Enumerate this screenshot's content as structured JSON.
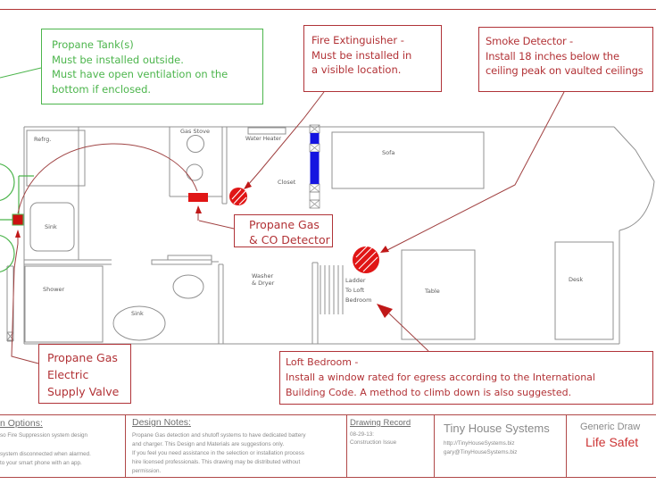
{
  "colors": {
    "annotation_red": "#b03338",
    "annotation_green": "#4cb54c",
    "marker_red": "#e01515",
    "marker_blue": "#1515e0",
    "leader_red": "#a04040",
    "wall_gray": "#909090",
    "titleblock_red": "#b04848",
    "titleblock_text_gray": "#8a8a8a",
    "life_safety_red": "#cc3333"
  },
  "callouts": {
    "propane_tank": {
      "lines": [
        "Propane Tank(s)",
        "Must be installed outside.",
        "Must have open ventilation on the",
        "bottom if enclosed."
      ]
    },
    "fire_extinguisher": {
      "lines": [
        "Fire Extinguisher -",
        "Must be installed in",
        "a visible location."
      ]
    },
    "smoke_detector": {
      "lines": [
        "Smoke Detector -",
        "Install 18 inches below the",
        "ceiling peak on vaulted ceilings"
      ]
    },
    "co_detector": {
      "lines": [
        "Propane Gas",
        "& CO Detector"
      ]
    },
    "supply_valve": {
      "lines": [
        "Propane Gas",
        "Electric",
        "Supply Valve"
      ]
    },
    "loft_bedroom": {
      "lines": [
        "Loft Bedroom -",
        "Install a window rated for egress according to the International",
        "Building Code. A method to climb down is also suggested."
      ]
    }
  },
  "floorplan": {
    "labels": {
      "refrigerator": "Refrg.",
      "kitchen_sink": "Sink",
      "gas_stove": "Gas Stove",
      "water_heater": "Water Heater",
      "closet": "Closet",
      "sofa": "Sofa",
      "washer_line1": "Washer",
      "washer_line2": "& Dryer",
      "ladder_line1": "Ladder",
      "ladder_line2": "To Loft",
      "ladder_line3": "Bedroom",
      "shower": "Shower",
      "bath_sink": "Sink",
      "table": "Table",
      "desk": "Desk"
    }
  },
  "title_block": {
    "options": {
      "header": "n Options:",
      "lines": [
        "so Fire Suppression system design",
        "system disconnected when alarmed.",
        "to your smart phone with an app."
      ]
    },
    "design_notes": {
      "header": "Design Notes:",
      "lines": [
        "Propane Gas detection and shutoff systems to have dedicated battery",
        "and charger. This Design and Materials are suggestions only.",
        "If you feel you need assistance in the selection or installation process",
        "hire licensed professionals. This drawing may be distributed without",
        "permission."
      ]
    },
    "drawing_record": {
      "header": "Drawing Record",
      "date": "08-29-13:",
      "status": "Construction Issue"
    },
    "company": {
      "name": "Tiny House Systems",
      "url": "http://TinyHouseSystems.biz",
      "email": "gary@TinyHouseSystems.biz"
    },
    "drawing_title": {
      "line1": "Generic Draw",
      "line2": "Life Safet"
    }
  }
}
